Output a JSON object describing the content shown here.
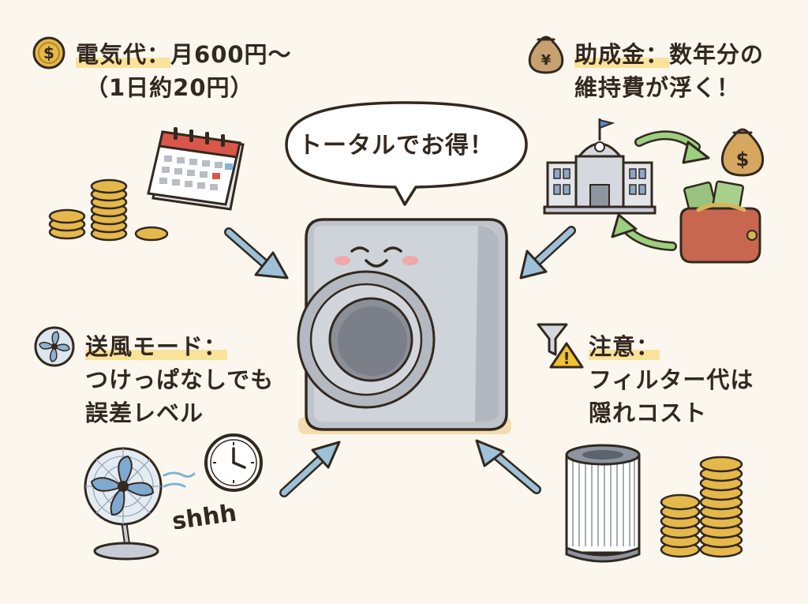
{
  "speech_bubble": {
    "text": "トータルでお得！"
  },
  "electricity": {
    "title": "電気代：",
    "detail_line1": "月600円〜",
    "detail_line2": "（1日約20円）",
    "icon": "dollar-coin-icon"
  },
  "subsidy": {
    "title": "助成金：",
    "detail_line1": "数年分の",
    "detail_line2": "維持費が浮く！",
    "icon": "yen-money-bag-icon",
    "bag_symbol": "¥",
    "small_bag_symbol": "$"
  },
  "fan_mode": {
    "title": "送風モード：",
    "line2": "つけっぱなしでも",
    "line3": "誤差レベル",
    "icon": "fan-icon",
    "sound_text": "shhh"
  },
  "caution": {
    "title": "注意：",
    "line2": "フィルター代は",
    "line3": "隠れコスト",
    "icon": "funnel-warning-icon",
    "warning_symbol": "!"
  },
  "colors": {
    "background": "#fbf7ee",
    "text": "#33281f",
    "highlight": "#f9e29a",
    "arrow_blue": "#9cc1d9",
    "arrow_green": "#9ccf7f",
    "coin_gold": "#e5b84b",
    "appliance_gray": "#c7ccd4",
    "wallet_red": "#c8674f",
    "calendar_red": "#d9574a"
  }
}
